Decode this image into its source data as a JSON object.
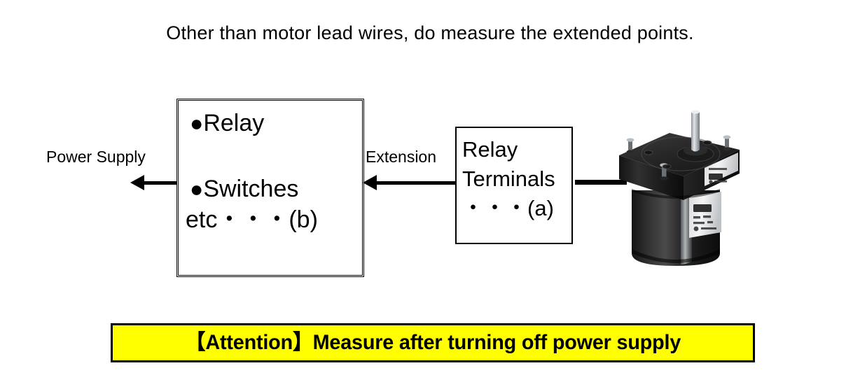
{
  "heading": {
    "text": "Other than motor lead wires, do measure the extended points."
  },
  "diagram": {
    "left_box": {
      "name": "relay-switches-box",
      "border_style": "double",
      "items": [
        {
          "bullet": "●",
          "label": "Relay"
        },
        {
          "bullet": "●",
          "label": "Switches"
        }
      ],
      "footer": "etc・・・(b)"
    },
    "right_box": {
      "name": "relay-terminals-box",
      "border_style": "solid",
      "lines": [
        "Relay",
        "Terminals",
        "・・・(a)"
      ]
    },
    "connectors": {
      "power_supply_label": "Power Supply",
      "extension_label": "Extension",
      "power_arrow_direction": "left",
      "extension_arrow_direction": "left",
      "motor_connector_style": "plain-line"
    },
    "motor": {
      "name": "gear-motor",
      "description": "Black gear motor with square gearhead, output shaft and cylindrical motor body",
      "body_color": "#1a1a1a",
      "shaft_color": "#b8bcc0",
      "nameplate_color": "#f2f2f2"
    }
  },
  "attention": {
    "text": "【Attention】Measure after turning off power supply",
    "background_color": "#ffff00",
    "border_color": "#000000",
    "text_color": "#000000"
  }
}
